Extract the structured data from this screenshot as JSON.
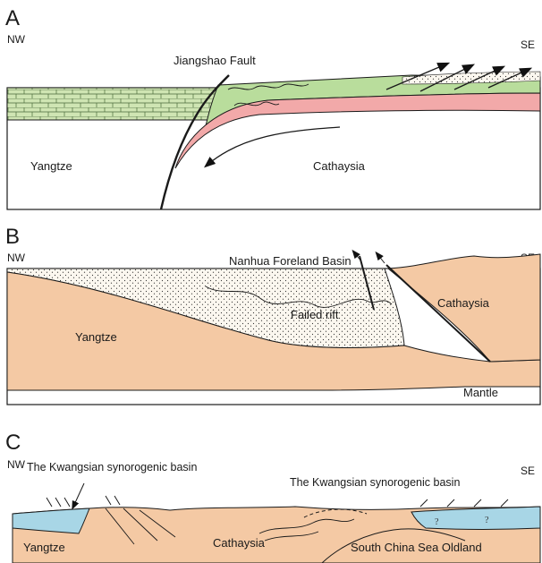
{
  "colors": {
    "crust": "#f4c9a4",
    "limestone": "#cfe5b3",
    "green_layer": "#b9dd9c",
    "pink_layer": "#f2a9a9",
    "blue_basin": "#a8d6e6",
    "outline": "#1a1a1a",
    "sediment_bg": "#fbf7ef"
  },
  "panel_a": {
    "letter": "A",
    "nw": "NW",
    "se": "SE",
    "fault_label": "Jiangshao Fault",
    "left_block": "Yangtze",
    "right_block": "Cathaysia"
  },
  "panel_b": {
    "letter": "B",
    "nw": "NW",
    "se": "SE",
    "basin_label": "Nanhua Foreland Basin",
    "rift_label": "Failed rift",
    "left_block": "Yangtze",
    "right_block": "Cathaysia",
    "mantle": "Mantle"
  },
  "panel_c": {
    "letter": "C",
    "nw": "NW",
    "se": "SE",
    "basin_label_left": "The Kwangsian synorogenic basin",
    "basin_label_right": "The Kwangsian synorogenic basin",
    "left_block": "Yangtze",
    "middle_block": "Cathaysia",
    "right_block": "South China Sea Oldland",
    "question_mark": "?"
  }
}
